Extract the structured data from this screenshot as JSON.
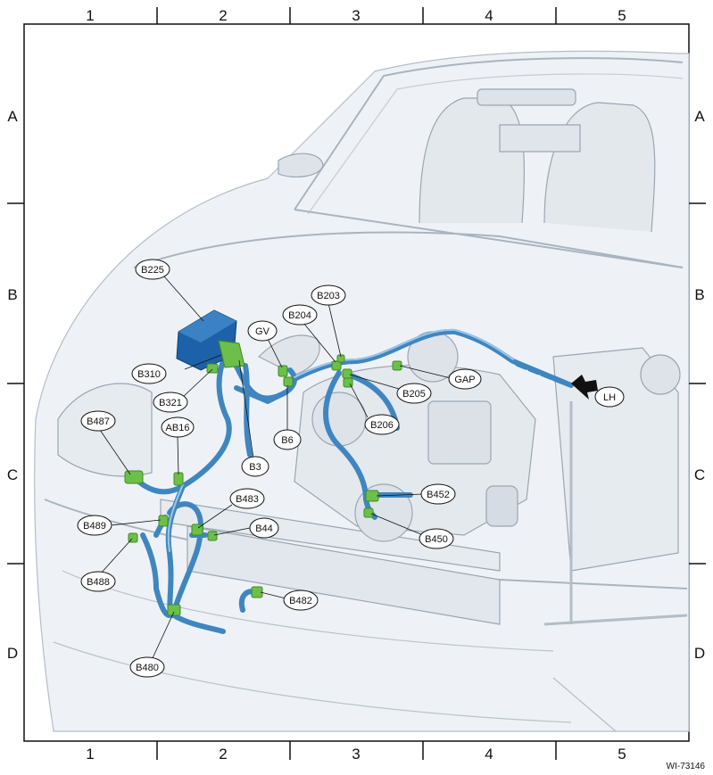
{
  "grid": {
    "columns": [
      "1",
      "2",
      "3",
      "4",
      "5"
    ],
    "rows": [
      "A",
      "B",
      "C",
      "D"
    ]
  },
  "callouts": {
    "b225": "B225",
    "b203": "B203",
    "b204": "B204",
    "gv": "GV",
    "b310": "B310",
    "b321": "B321",
    "b205": "B205",
    "gap": "GAP",
    "b206": "B206",
    "b6": "B6",
    "b3": "B3",
    "b487": "B487",
    "ab16": "AB16",
    "b483": "B483",
    "b44": "B44",
    "b489": "B489",
    "b488": "B488",
    "b452": "B452",
    "b450": "B450",
    "b482": "B482",
    "b480": "B480",
    "lh": "LH"
  },
  "figure_ref": "WI-73146",
  "colors": {
    "harness": "#3f86c0",
    "harness_dark": "#1f5e96",
    "connector": "#6cc04a",
    "module": "#1d62a8",
    "vehicle_line": "#9aa6b2",
    "vehicle_fill": "#e9eef3"
  }
}
